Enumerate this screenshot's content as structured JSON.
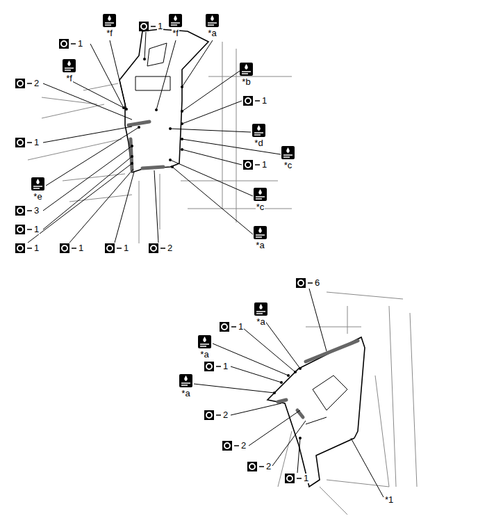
{
  "diagram": {
    "labels": [
      "1",
      "*f",
      "1",
      "*f",
      "*a",
      "*f",
      "2",
      "*b",
      "1",
      "1",
      "*d",
      "*c",
      "1",
      "*e",
      "*c",
      "3",
      "1",
      "*a",
      "1",
      "1",
      "1",
      "2",
      "6",
      "*a",
      "1",
      "*a",
      "1",
      "*a",
      "2",
      "2",
      "2",
      "1",
      "*1"
    ]
  }
}
